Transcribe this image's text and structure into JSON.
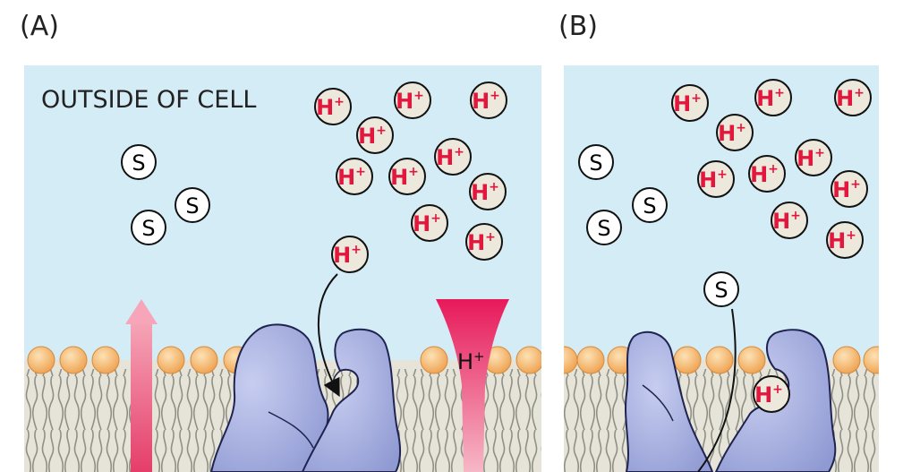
{
  "panels": [
    {
      "letter": "(A)",
      "region_label": "OUTSIDE OF CELL"
    },
    {
      "letter": "(B)",
      "region_label": ""
    }
  ],
  "ions": {
    "proton_base": "H",
    "proton_sup": "+",
    "substrate": "S"
  },
  "gradient_label": {
    "base": "H",
    "sup": "+"
  },
  "colors": {
    "outside_bg": "#d4ecf6",
    "membrane_bg": "#e6e4d8",
    "lipid_head": "#f4b060",
    "protein": "#a9b2e0",
    "proton_text": "#e3173e",
    "gradient": "#e7195a",
    "efflux_arrow": "#f08aa0"
  },
  "icons": [
    "proton-ion-icon",
    "substrate-ion-icon",
    "transporter-protein-icon",
    "lipid-head-icon",
    "movement-arrow-icon"
  ]
}
